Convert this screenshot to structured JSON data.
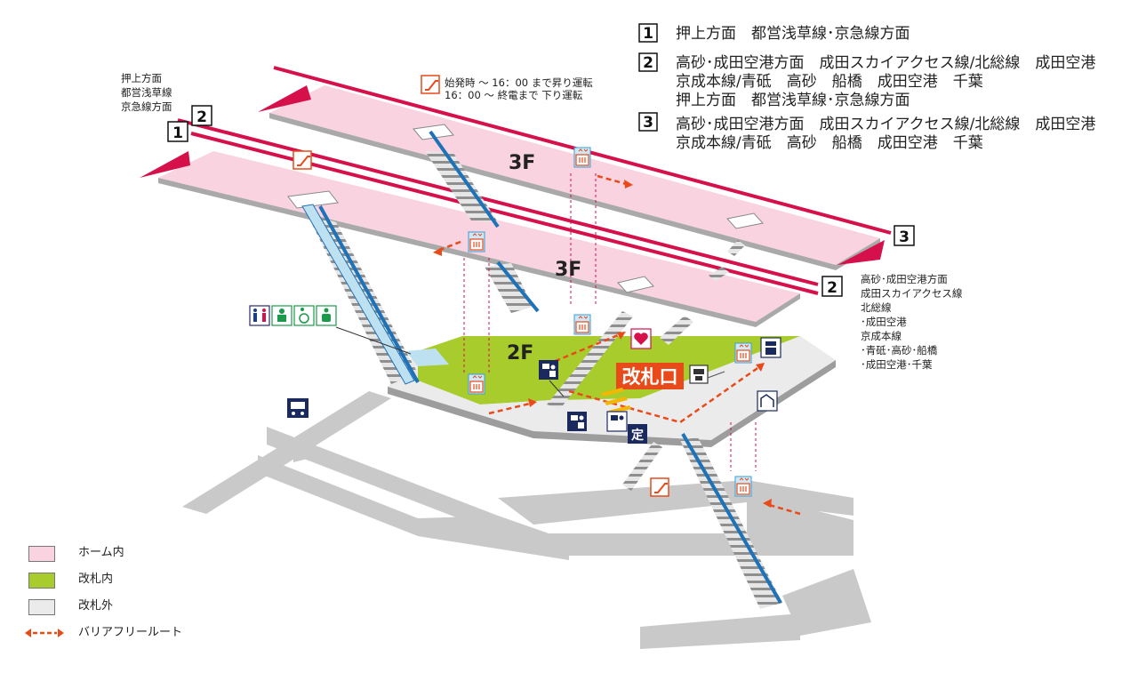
{
  "destinations": {
    "items": [
      {
        "num": "1",
        "lines": [
          "押上方面　都営浅草線･京急線方面"
        ]
      },
      {
        "num": "2",
        "lines": [
          "高砂･成田空港方面　成田スカイアクセス線/北総線　成田空港",
          "京成本線/青砥　高砂　船橋　成田空港　千葉",
          "押上方面　都営浅草線･京急線方面"
        ]
      },
      {
        "num": "3",
        "lines": [
          "高砂･成田空港方面　成田スカイアクセス線/北総線　成田空港",
          "京成本線/青砥　高砂　船橋　成田空港　千葉"
        ]
      }
    ]
  },
  "left_note": {
    "lines": [
      "押上方面",
      "都営浅草線",
      "京急線方面"
    ]
  },
  "right_note": {
    "lines": [
      "高砂･成田空港方面",
      "成田スカイアクセス線",
      "北総線",
      "･成田空港",
      "京成本線",
      "･青砥･高砂･船橋",
      "･成田空港･千葉"
    ]
  },
  "escalator_note": {
    "lines": [
      "始発時 ～ 16：00 まで昇り運転",
      "16：00 ～ 終電まで 下り運転"
    ]
  },
  "track_numbers": {
    "n1": "1",
    "n2": "2",
    "n3": "2",
    "n4": "3"
  },
  "floors": {
    "upper": "3F",
    "lower": "3F",
    "concourse": "2F"
  },
  "ticket_gate": "改札口",
  "teiki_icon": "定",
  "legend": [
    {
      "label": "ホーム内",
      "color": "#f9d3e0"
    },
    {
      "label": "改札内",
      "color": "#a8cc2b"
    },
    {
      "label": "改札外",
      "color": "#ebebeb"
    },
    {
      "label": "バリアフリールート",
      "color": "#e94a1a"
    }
  ],
  "colors": {
    "rail": "#d5104a",
    "platform": "#f9d3e0",
    "inside_gate": "#a8cc2b",
    "outside_gate": "#ebebeb",
    "route": "#e94a1a",
    "escalator": "#1e72b8"
  },
  "icons": [
    "escalator-icon",
    "elevator-icon",
    "toilet-icon",
    "baby-icon",
    "wheelchair-icon",
    "ostomate-icon",
    "aed-icon",
    "bus-icon",
    "ticket-machine-icon",
    "fare-adjustment-icon",
    "locker-icon",
    "info-counter-icon"
  ]
}
